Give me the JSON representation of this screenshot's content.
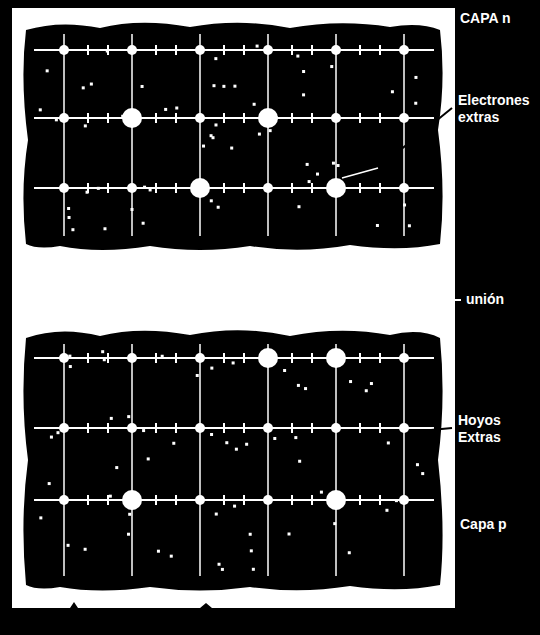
{
  "diagram": {
    "labels": [
      "CAPA n",
      "Electrones extras",
      "unión",
      "Hoyos Extras",
      "Capa p"
    ]
  }
}
